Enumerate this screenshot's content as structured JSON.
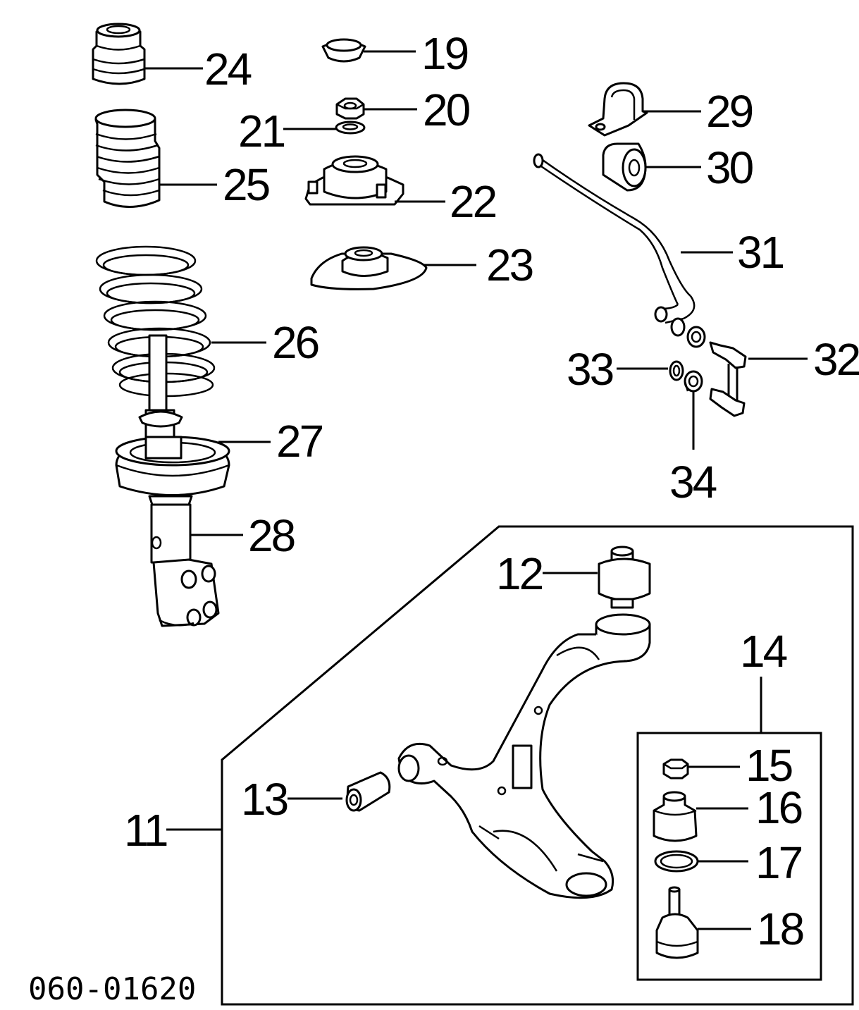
{
  "diagram_code": "060-01620",
  "callouts": {
    "c11": "11",
    "c12": "12",
    "c13": "13",
    "c14": "14",
    "c15": "15",
    "c16": "16",
    "c17": "17",
    "c18": "18",
    "c19": "19",
    "c20": "20",
    "c21": "21",
    "c22": "22",
    "c23": "23",
    "c24": "24",
    "c25": "25",
    "c26": "26",
    "c27": "27",
    "c28": "28",
    "c29": "29",
    "c30": "30",
    "c31": "31",
    "c32": "32",
    "c33": "33",
    "c34": "34"
  },
  "colors": {
    "line": "#000000",
    "background": "#ffffff"
  }
}
